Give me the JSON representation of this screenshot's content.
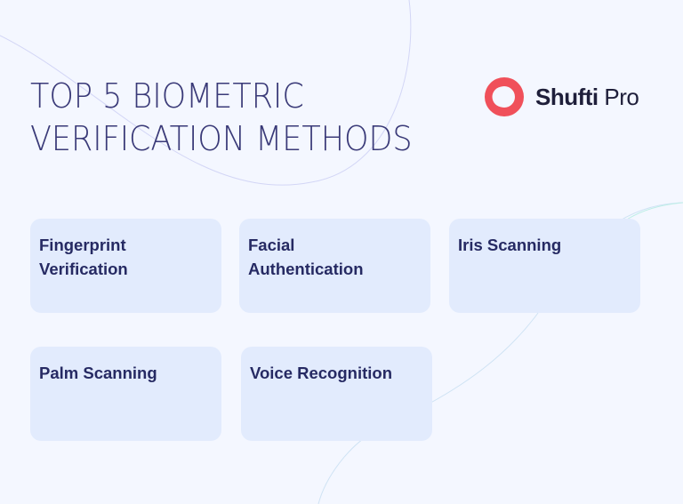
{
  "header": {
    "title_line1": "TOP 5 BIOMETRIC",
    "title_line2": "VERIFICATION METHODS"
  },
  "logo": {
    "brand_bold": "Shufti",
    "brand_light": "Pro",
    "icon": "shufti-pro-ring-logo",
    "color": "#f0505a"
  },
  "methods": [
    {
      "label": "Fingerprint Verification"
    },
    {
      "label": "Facial Authentication"
    },
    {
      "label": "Iris Scanning"
    },
    {
      "label": "Palm Scanning"
    },
    {
      "label": "Voice Recognition"
    }
  ],
  "colors": {
    "background": "#f4f7ff",
    "card": "#e2ebfd",
    "title_text": "#3a3a78",
    "card_text": "#262a63"
  }
}
